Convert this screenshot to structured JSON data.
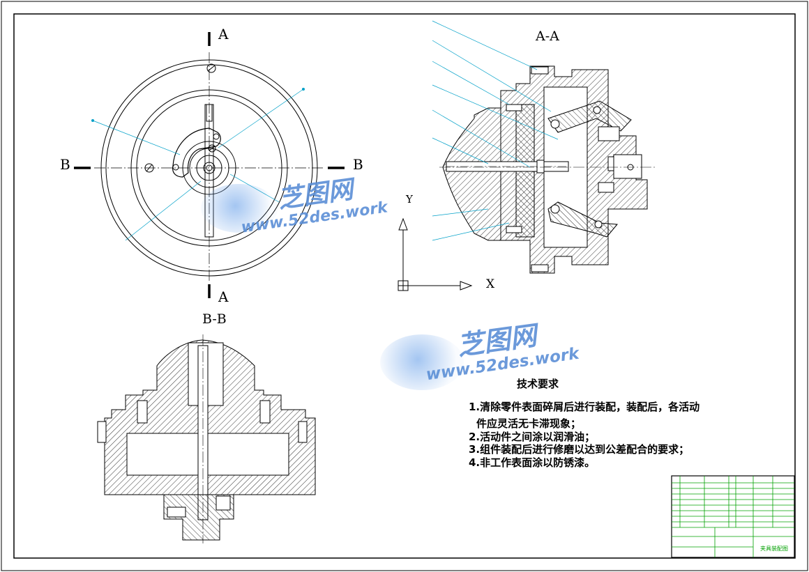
{
  "section_labels": {
    "a_top": "A",
    "a_bottom": "A",
    "b_left": "B",
    "b_right": "B",
    "aa_title": "A-A",
    "bb_title": "B-B"
  },
  "axes": {
    "y": "Y",
    "x": "X"
  },
  "tech_requirements": {
    "title": "技术要求",
    "items": [
      "1.清除零件表面碎屑后进行装配，装配后，各活动",
      "件应灵活无卡滞现象；",
      "2.活动件之间涂以润滑油；",
      "3.组件装配后进行修磨以达到公差配合的要求；",
      "4.非工作表面涂以防锈漆。"
    ]
  },
  "watermark": {
    "brand": "芝图网",
    "url": "www.52des.work"
  },
  "title_block": {
    "name": "夹具装配图"
  },
  "colors": {
    "line": "#000000",
    "leader": "#00a0c8",
    "watermark": "#5b8fd6",
    "titleblock_green": "#00a000"
  }
}
